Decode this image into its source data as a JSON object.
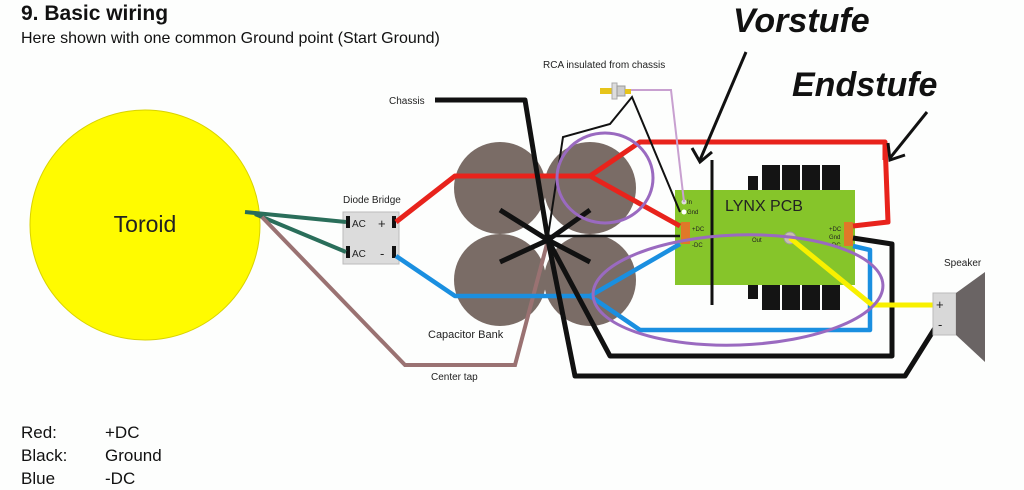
{
  "header": {
    "title": "9. Basic wiring",
    "subtitle": "Here shown with one common Ground point (Start Ground)"
  },
  "callouts": {
    "vorstufe": "Vorstufe",
    "endstufe": "Endstufe"
  },
  "components": {
    "toroid": "Toroid",
    "diode_bridge": {
      "label": "Diode Bridge",
      "ac1": "AC",
      "ac2": "AC",
      "plus": "+",
      "minus": "-"
    },
    "capacitor_bank": "Capacitor Bank",
    "center_tap": "Center tap",
    "chassis": "Chassis",
    "rca": "RCA insulated from chassis",
    "pcb": {
      "label": "LYNX PCB",
      "in": "In",
      "gnd": "Gnd",
      "left_pdc": "+DC",
      "left_mdc": "-DC",
      "right_pdc": "+DC",
      "right_gnd": "Gnd",
      "right_mdc": "DC",
      "out": "Out"
    },
    "speaker": {
      "label": "Speaker",
      "plus": "+",
      "minus": "-"
    }
  },
  "legend": [
    {
      "color": "Red:",
      "meaning": "+DC"
    },
    {
      "color": "Black:",
      "meaning": "Ground"
    },
    {
      "color": "Blue",
      "meaning": "-DC"
    }
  ],
  "colors": {
    "positive": "#e8231c",
    "ground": "#111111",
    "negative": "#1a8fe0",
    "ac": "#2a6e5a",
    "center_tap": "#9a7272",
    "toroid": "#fffb00",
    "capacitor": "#7a6c66",
    "pcb": "#86c52a",
    "highlight": "#9a6ac0",
    "signal": "#f8f000"
  }
}
